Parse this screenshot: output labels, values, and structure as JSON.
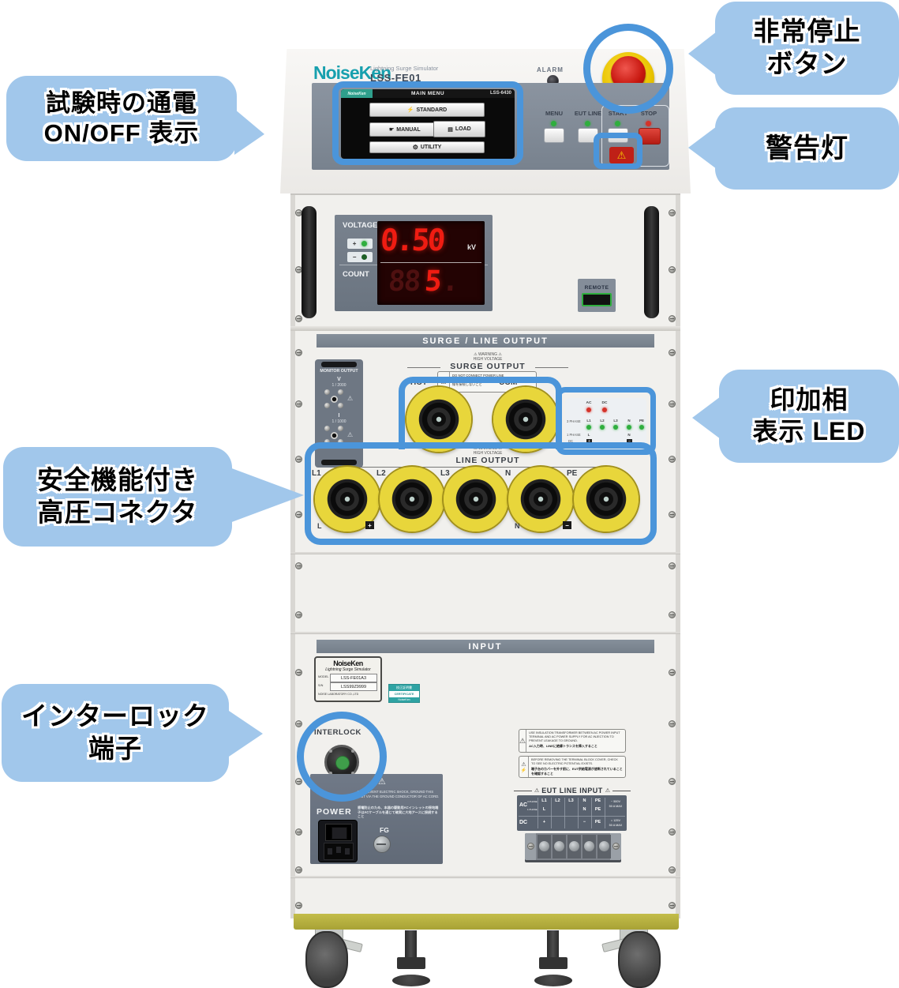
{
  "colors": {
    "callout_fill": "#a1c7eb",
    "outline_blue": "#4b95da",
    "digit_red": "#ef1c12",
    "connector_yellow": "#e8d63b",
    "led_green": "#2fae3e",
    "led_red": "#d4332a",
    "brand_teal": "#17a0ae"
  },
  "icons": {
    "warning": "⚠",
    "bolt": "⚡",
    "gear": "⚙",
    "pointer": "☛",
    "folder": "▤"
  },
  "callouts": {
    "screen_l1": "試験時の通電",
    "screen_l2": "ON/OFF 表示",
    "estop_l1": "非常停止",
    "estop_l2": "ボタン",
    "warn_lamp": "警告灯",
    "phase_l1": "印加相",
    "phase_l2": "表示 LED",
    "hv_l1": "安全機能付き",
    "hv_l2": "高圧コネクタ",
    "interlock_l1": "インターロック",
    "interlock_l2": "端子"
  },
  "top": {
    "brand": "NoiseKen",
    "subtitle": "Lightning Surge Simulator",
    "model": "LSS-FE01",
    "alarm": "ALARM",
    "estop_stop": "STOP",
    "btn_menu": "MENU",
    "btn_eutline": "EUT LINE",
    "btn_start": "START",
    "btn_stop": "STOP"
  },
  "screen": {
    "logo": "NoiseKen",
    "title": "MAIN MENU",
    "model": "LSS-6430",
    "standard": "STANDARD",
    "manual": "MANUAL",
    "load": "LOAD",
    "utility": "UTILITY"
  },
  "meter": {
    "voltage": "VOLTAGE",
    "plus": "+",
    "minus": "−",
    "value": "0.50",
    "unit": "kV",
    "count": "COUNT",
    "count_ghost": "88",
    "count_value": "5",
    "count_dot": ".",
    "remote": "REMOTE"
  },
  "surge": {
    "header": "SURGE / LINE OUTPUT",
    "monitor_title": "MONITOR OUTPUT",
    "v": "V",
    "v_ratio": "1 / 2000",
    "i": "I",
    "i_ratio": "1 / 1000",
    "warning_line": "⚠ WARNING ⚠",
    "high_voltage": "HIGH VOLTAGE",
    "surge_output": "SURGE OUTPUT",
    "sticker_1": "DO NOT CONNECT POWER LINE",
    "sticker_2": "SURGE OUTPUT 印加端子に電源",
    "sticker_3": "線を接続しないこと",
    "hot": "HOT",
    "com": "COM",
    "line_output": "LINE OUTPUT",
    "line_labels": [
      "L1",
      "L2",
      "L3",
      "N",
      "PE"
    ],
    "sub_l": "L",
    "sub_plus": "+",
    "sub_n": "N",
    "sub_minus": "−",
    "led": {
      "ac": "AC",
      "dc": "DC",
      "p3": "3 PHASE",
      "p1": "1 PHASE",
      "dcrow": "DC",
      "l1": "L1",
      "l2": "L2",
      "l3": "L3",
      "n": "N",
      "pe": "PE",
      "p1l": "L",
      "p1n": "N",
      "plus": "+",
      "minus": "−"
    }
  },
  "input": {
    "header": "INPUT",
    "np_brand": "NoiseKen",
    "np_product": "Lightning Surge Simulator",
    "np_model_label": "MODEL",
    "np_model": "LSS-FE01A3",
    "np_sn_label": "S/N",
    "np_sn": "LSS99Z9999",
    "np_company": "NOISE LABORATORY CO.,LTD",
    "cert_1": "校正証明書",
    "cert_2": "CERTIFICATE",
    "cert_3": "NoiseKen",
    "interlock": "INTERLOCK",
    "power": "POWER",
    "fg": "FG",
    "gnd_en": "TO PREVENT ELECTRIC SHOCK, GROUND THIS UNIT VIA THE GROUND CONDUCTOR OF AC CORD.",
    "gnd_jp": "感電防止のため、本器の駆動用ACインレットの接地端子はACケーブルを通じて確実に大地アースに接続すること",
    "stk1_en": "USE INSULATION TRANSFORMER BETWEEN AC POWER INPUT TERMINAL AND AC POWER SUPPLY FOR AC INJECTION TO PREVENT LEAKAGE TO GROUND.",
    "stk1_jp": "AC入力時、LINEに絶縁トランスを挿入すること",
    "stk2_en": "BEFORE REMOVING THE TERMINAL BLOCK COVER, CHECK TO SEE NO ELECTRIC POTENTIAL EXISTS.",
    "stk2_jp": "端子台のカバーを外す前に、EUT供給電源が遮断されていることを確認すること",
    "eut_title": "EUT LINE INPUT",
    "eut_ac": "AC",
    "eut_dc": "DC",
    "eut_p3": "3 PHASE",
    "eut_p1": "1 PHASE",
    "eut_r1": [
      "L1",
      "L2",
      "L3",
      "N",
      "PE"
    ],
    "eut_r2_l": "L",
    "eut_r2_n": "N",
    "eut_r2_pe": "PE",
    "eut_r3_plus": "+",
    "eut_r3_minus": "−",
    "eut_r3_pe": "PE",
    "eut_ac_v": "~ 500V",
    "eut_ac_a": "50 A MAX",
    "eut_dc_v": "= 125V",
    "eut_dc_a": "50 A MAX"
  }
}
